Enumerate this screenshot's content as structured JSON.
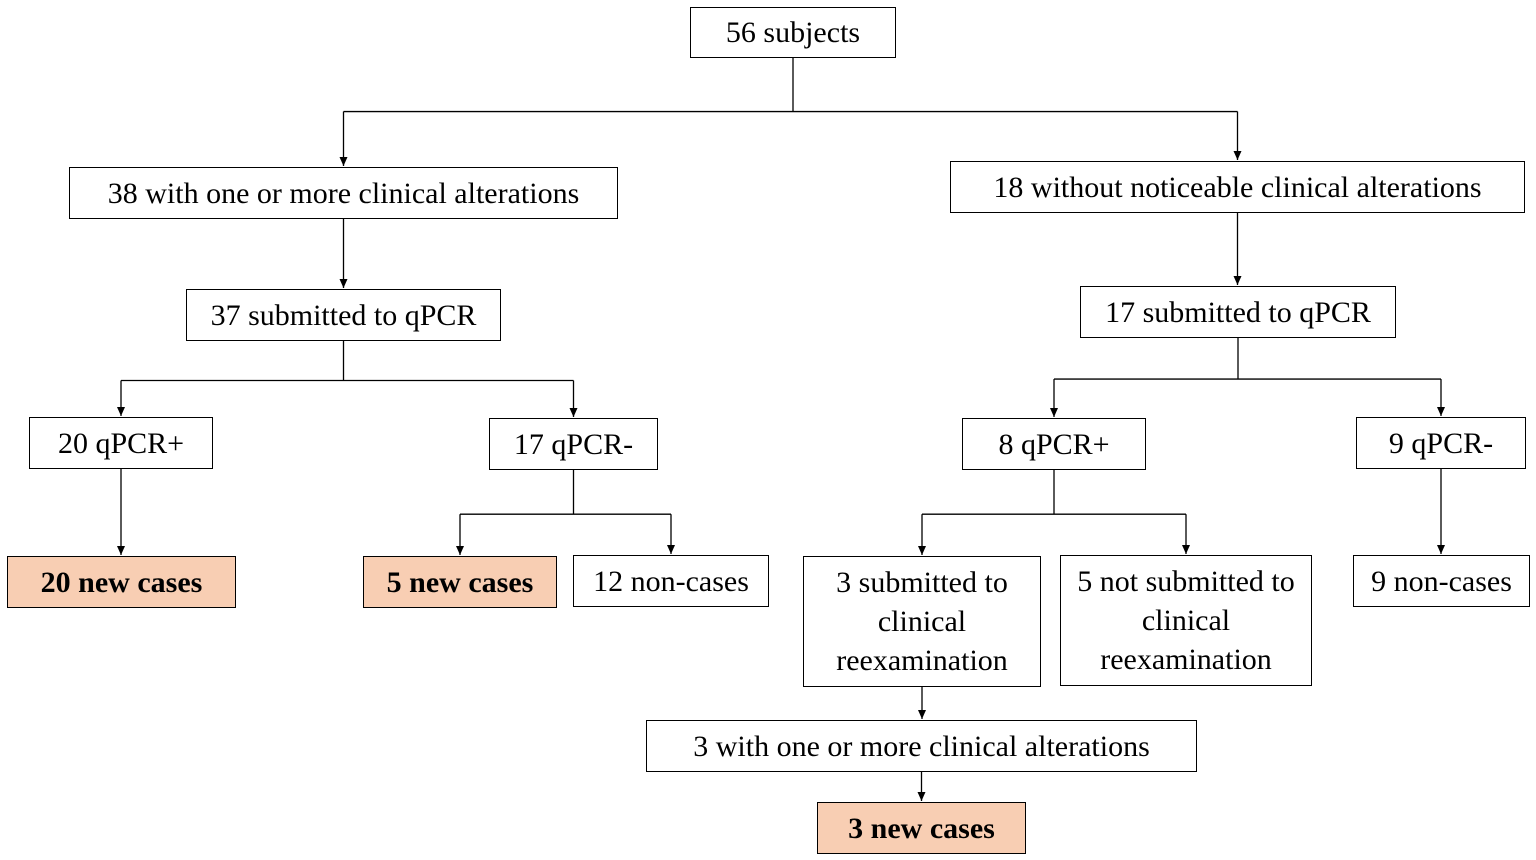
{
  "colors": {
    "highlight": "#f8ceb3",
    "stroke": "#000000"
  },
  "nodes": [
    {
      "id": "root",
      "label": "56 subjects",
      "highlight": false
    },
    {
      "id": "alt38",
      "label": "38 with one or more clinical alterations",
      "highlight": false
    },
    {
      "id": "noalt18",
      "label": "18 without noticeable clinical alterations",
      "highlight": false
    },
    {
      "id": "q37",
      "label": "37 submitted to qPCR",
      "highlight": false
    },
    {
      "id": "q17",
      "label": "17 submitted to qPCR",
      "highlight": false
    },
    {
      "id": "p20",
      "label": "20 qPCR+",
      "highlight": false
    },
    {
      "id": "n17",
      "label": "17 qPCR-",
      "highlight": false
    },
    {
      "id": "p8",
      "label": "8 qPCR+",
      "highlight": false
    },
    {
      "id": "n9",
      "label": "9 qPCR-",
      "highlight": false
    },
    {
      "id": "c20",
      "label": "20 new cases",
      "highlight": true
    },
    {
      "id": "c5",
      "label": "5 new cases",
      "highlight": true
    },
    {
      "id": "nc12",
      "label": "12 non-cases",
      "highlight": false
    },
    {
      "id": "re3",
      "label": "3 submitted to clinical reexamination",
      "highlight": false
    },
    {
      "id": "nre5",
      "label": "5 not submitted to clinical reexamination",
      "highlight": false
    },
    {
      "id": "nc9",
      "label": "9 non-cases",
      "highlight": false
    },
    {
      "id": "alt3",
      "label": "3 with one or more clinical alterations",
      "highlight": false
    },
    {
      "id": "c3",
      "label": "3 new cases",
      "highlight": true
    }
  ],
  "edges": [
    {
      "from": "root",
      "to": [
        "alt38",
        "noalt18"
      ]
    },
    {
      "from": "alt38",
      "to": [
        "q37"
      ]
    },
    {
      "from": "noalt18",
      "to": [
        "q17"
      ]
    },
    {
      "from": "q37",
      "to": [
        "p20",
        "n17"
      ]
    },
    {
      "from": "q17",
      "to": [
        "p8",
        "n9"
      ]
    },
    {
      "from": "p20",
      "to": [
        "c20"
      ]
    },
    {
      "from": "n17",
      "to": [
        "c5",
        "nc12"
      ]
    },
    {
      "from": "p8",
      "to": [
        "re3",
        "nre5"
      ]
    },
    {
      "from": "n9",
      "to": [
        "nc9"
      ]
    },
    {
      "from": "re3",
      "to": [
        "alt3"
      ]
    },
    {
      "from": "alt3",
      "to": [
        "c3"
      ]
    }
  ]
}
